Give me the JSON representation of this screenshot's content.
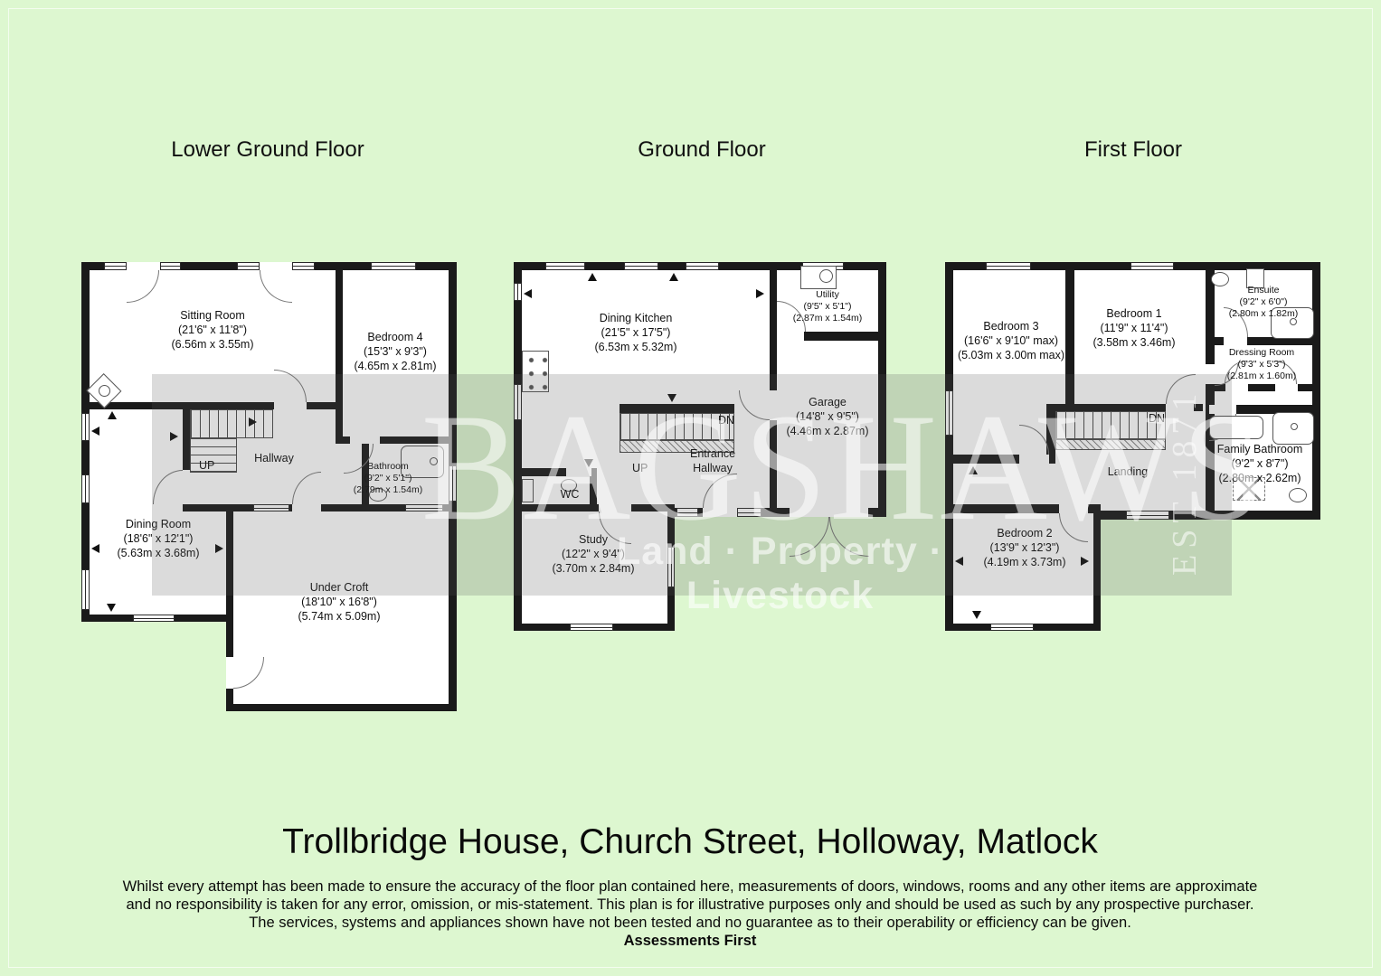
{
  "page": {
    "background_color": "#ddf7d0",
    "address_title": "Trollbridge House, Church Street, Holloway, Matlock",
    "disclaimer": {
      "line1": "Whilst every attempt has been made to ensure the accuracy of the floor plan contained here, measurements of doors, windows, rooms and any other items are approximate",
      "line2": "and no responsibility is taken for any error, omission, or mis-statement. This plan is for illustrative purposes only and should be used as such by any prospective purchaser.",
      "line3": "The services, systems and appliances shown have not been tested and no guarantee as to their operability or efficiency can be given.",
      "line4": "Assessments First"
    }
  },
  "watermark": {
    "brand": "BAGSHAWS",
    "tagline": "Land · Property · Livestock",
    "established": "EST 1871"
  },
  "floors": [
    {
      "title": "Lower Ground Floor",
      "stairs": {
        "up": "UP"
      },
      "rooms": [
        {
          "name": "Sitting Room",
          "imperial": "(21'6\" x 11'8\")",
          "metric": "(6.56m x 3.55m)"
        },
        {
          "name": "Bedroom 4",
          "imperial": "(15'3\" x 9'3\")",
          "metric": "(4.65m x 2.81m)"
        },
        {
          "name": "Hallway"
        },
        {
          "name": "Bathroom",
          "imperial": "(9'2\" x 5'1\")",
          "metric": "(2.79m x 1.54m)"
        },
        {
          "name": "Dining Room",
          "imperial": "(18'6\" x 12'1\")",
          "metric": "(5.63m x 3.68m)"
        },
        {
          "name": "Under Croft",
          "imperial": "(18'10\" x 16'8\")",
          "metric": "(5.74m x 5.09m)"
        }
      ]
    },
    {
      "title": "Ground Floor",
      "stairs": {
        "up": "UP",
        "down": "DN"
      },
      "rooms": [
        {
          "name": "Dining Kitchen",
          "imperial": "(21'5\" x 17'5\")",
          "metric": "(6.53m x 5.32m)"
        },
        {
          "name": "Utility",
          "imperial": "(9'5\" x 5'1\")",
          "metric": "(2.87m x 1.54m)"
        },
        {
          "name": "Garage",
          "imperial": "(14'8\" x 9'5\")",
          "metric": "(4.46m x 2.87m)"
        },
        {
          "name": "Entrance Hallway"
        },
        {
          "name": "WC"
        },
        {
          "name": "Study",
          "imperial": "(12'2\" x 9'4\")",
          "metric": "(3.70m x 2.84m)"
        }
      ]
    },
    {
      "title": "First Floor",
      "stairs": {
        "down": "DN"
      },
      "rooms": [
        {
          "name": "Bedroom 3",
          "imperial": "(16'6\" x 9'10\" max)",
          "metric": "(5.03m x 3.00m max)"
        },
        {
          "name": "Bedroom 1",
          "imperial": "(11'9\" x 11'4\")",
          "metric": "(3.58m x 3.46m)"
        },
        {
          "name": "Ensuite",
          "imperial": "(9'2\" x 6'0\")",
          "metric": "(2.80m x 1.82m)"
        },
        {
          "name": "Dressing Room",
          "imperial": "(9'3\" x 5'3\")",
          "metric": "(2.81m x 1.60m)"
        },
        {
          "name": "Family Bathroom",
          "imperial": "(9'2\" x 8'7\")",
          "metric": "(2.80m x 2.62m)"
        },
        {
          "name": "Landing"
        },
        {
          "name": "Bedroom 2",
          "imperial": "(13'9\" x 12'3\")",
          "metric": "(4.19m x 3.73m)"
        }
      ]
    }
  ]
}
